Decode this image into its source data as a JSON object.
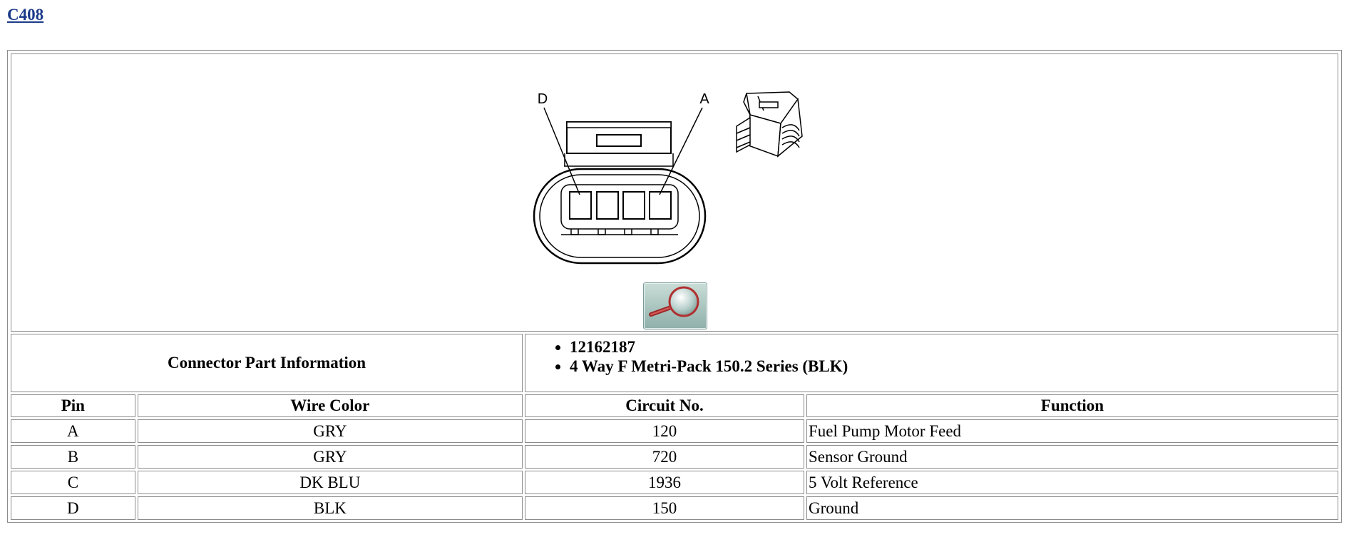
{
  "title": "C408",
  "diagram": {
    "labels": [
      "D",
      "A"
    ],
    "zoom_icon": "magnifier-icon"
  },
  "connector_part_information": {
    "label": "Connector Part Information",
    "items": [
      "12162187",
      "4 Way F Metri-Pack 150.2 Series (BLK)"
    ]
  },
  "table": {
    "headers": [
      "Pin",
      "Wire Color",
      "Circuit No.",
      "Function"
    ],
    "rows": [
      [
        "A",
        "GRY",
        "120",
        "Fuel Pump Motor Feed"
      ],
      [
        "B",
        "GRY",
        "720",
        "Sensor Ground"
      ],
      [
        "C",
        "DK BLU",
        "1936",
        "5 Volt Reference"
      ],
      [
        "D",
        "BLK",
        "150",
        "Ground"
      ]
    ]
  },
  "colors": {
    "link": "#1a3a8a",
    "border": "#8c8c8c",
    "zoom_button": "#a9c6c0",
    "magnifier_handle": "#b03030"
  }
}
